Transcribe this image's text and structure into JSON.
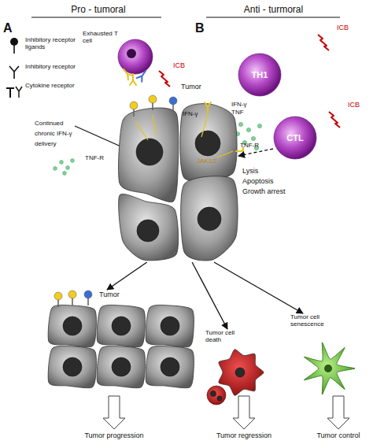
{
  "diagram": {
    "nodes": [
      {
        "text": [
          "Exhausted T cell"
        ]
      },
      {
        "text": [
          "TH1"
        ]
      },
      {
        "text": [
          "CTL"
        ]
      },
      {
        "text": [
          "Tumor"
        ]
      },
      {
        "text": [
          "Tumor"
        ]
      },
      {
        "text": [
          "Tumor cell death"
        ]
      },
      {
        "text": [
          "Tumor cell senescence"
        ]
      }
    ],
    "edges": [
      {
        "from": 2,
        "to": 3,
        "arrow": "to"
      },
      {
        "from": 3,
        "to": 4,
        "arrow": "to"
      },
      {
        "from": 3,
        "to": 5,
        "arrow": "to"
      },
      {
        "from": 3,
        "to": 6,
        "arrow": "to"
      }
    ],
    "labels": [
      "A",
      "Pro - tumoral",
      "B",
      "Anti - turmoral",
      "ICB",
      "ICB",
      "ICB",
      "IFN-γ TNF",
      "Continued chronic IFN-γ delivery",
      "TNF-R",
      "IFN-γ",
      "TNF-R",
      "JAK1/2",
      "Lysis",
      "Apoptosis",
      "Growth arrest",
      "Tumor progression",
      "Tumor regression",
      "Tumor control"
    ],
    "legend": [
      {
        "text": "Inhibitory receptor ligands"
      },
      {
        "text": "Inhibitory receptor"
      },
      {
        "text": "Cytokine receptor"
      }
    ]
  }
}
